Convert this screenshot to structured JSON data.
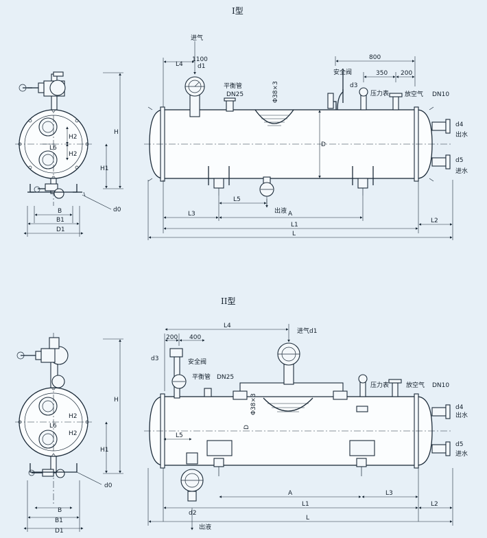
{
  "titles": {
    "type1": "I型",
    "type2": "II型"
  },
  "labels": {
    "inlet_gas": "进气",
    "inlet_gas_d1": "进气d1",
    "balance_pipe": "平衡管",
    "dn25": "DN25",
    "safety_valve": "安全阀",
    "pressure_gauge": "压力表",
    "vent": "放空气",
    "dn10": "DN10",
    "outlet_water": "出水",
    "inlet_water": "进水",
    "outlet_liquid": "出液",
    "tube_spec": "Φ38×3"
  },
  "symbols": {
    "d1": "d1",
    "d2": "d2",
    "d3": "d3",
    "d4": "d4",
    "d5": "d5",
    "d0": "d0",
    "A": "A",
    "B": "B",
    "B1": "B1",
    "D": "D",
    "D1": "D1",
    "H": "H",
    "H1": "H1",
    "H2": "H2",
    "L": "L",
    "L1": "L1",
    "L2": "L2",
    "L3": "L3",
    "L4": "L4",
    "L5": "L5",
    "L6": "L6"
  },
  "dims": {
    "d800": "800",
    "d350": "350",
    "d200": "200",
    "d1100": "1100",
    "d400": "400"
  }
}
